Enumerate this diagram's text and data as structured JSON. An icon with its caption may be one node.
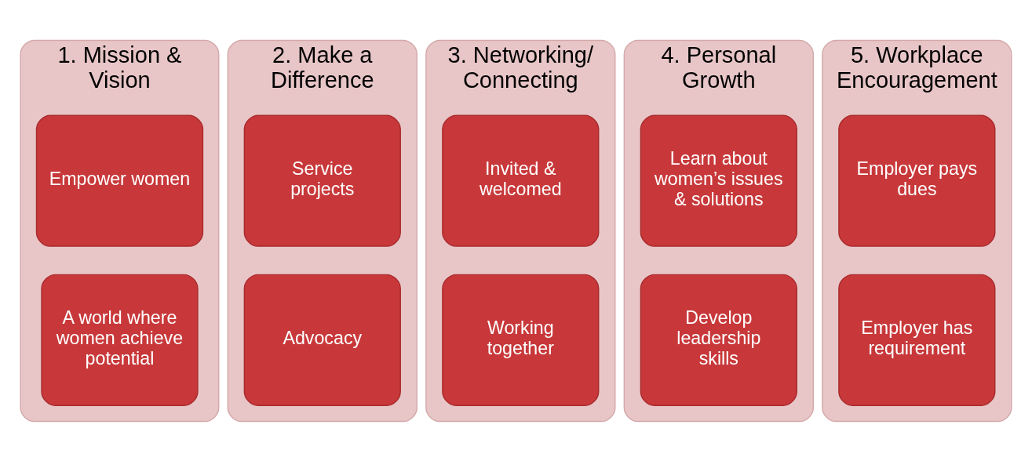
{
  "diagram": {
    "nodes": [
      {
        "text": [
          "1. Mission & Vision"
        ]
      },
      {
        "text": [
          "Empower women"
        ],
        "in": 0
      },
      {
        "text": [
          "A world where women achieve potential"
        ],
        "in": 0
      },
      {
        "text": [
          "2. Make a Difference"
        ]
      },
      {
        "text": [
          "Service projects"
        ],
        "in": 3
      },
      {
        "text": [
          "Advocacy"
        ],
        "in": 3
      },
      {
        "text": [
          "3. Networking/ Connecting"
        ]
      },
      {
        "text": [
          "Invited & welcomed"
        ],
        "in": 6
      },
      {
        "text": [
          "Working together"
        ],
        "in": 6
      },
      {
        "text": [
          "4. Personal Growth"
        ]
      },
      {
        "text": [
          "Learn about women’s issues & solutions"
        ],
        "in": 9
      },
      {
        "text": [
          "Develop leadership skills"
        ],
        "in": 9
      },
      {
        "text": [
          "5. Workplace Encouragement"
        ]
      },
      {
        "text": [
          "Employer pays dues"
        ],
        "in": 12
      },
      {
        "text": [
          "Employer has requirement"
        ],
        "in": 12
      }
    ],
    "edges": []
  }
}
